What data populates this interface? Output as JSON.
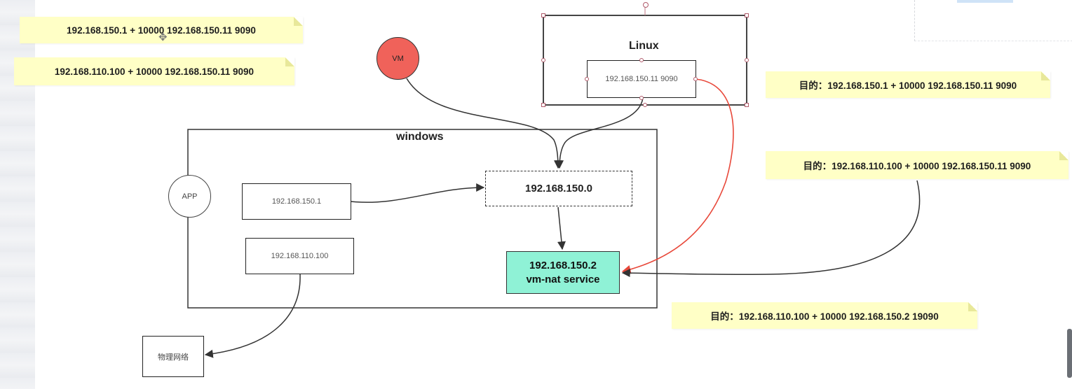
{
  "notes": {
    "top_left_1": "192.168.150.1 + 10000 192.168.150.11  9090",
    "top_left_2": "192.168.110.100 + 10000   192.168.150.11  9090",
    "right_1": "目的：192.168.150.1 + 10000  192.168.150.11  9090",
    "right_2": "目的：192.168.110.100 + 10000   192.168.150.11  9090",
    "bottom_right": "目的：192.168.110.100 + 10000   192.168.150.2  19090"
  },
  "nodes": {
    "vm": "VM",
    "linux_title": "Linux",
    "linux_inner": "192.168.150.11  9090",
    "windows_title": "windows",
    "app": "APP",
    "host_ip_1": "192.168.150.1",
    "host_ip_2": "192.168.110.100",
    "subnet": "192.168.150.0",
    "nat_line1": "192.168.150.2",
    "nat_line2": "vm-nat  service",
    "physical_network": "物理网络"
  },
  "colors": {
    "vm_fill": "#f0625a",
    "nat_fill": "#8ff2d6",
    "note_fill": "#ffffc6",
    "red_line": "#e8483a",
    "line": "#333333"
  }
}
